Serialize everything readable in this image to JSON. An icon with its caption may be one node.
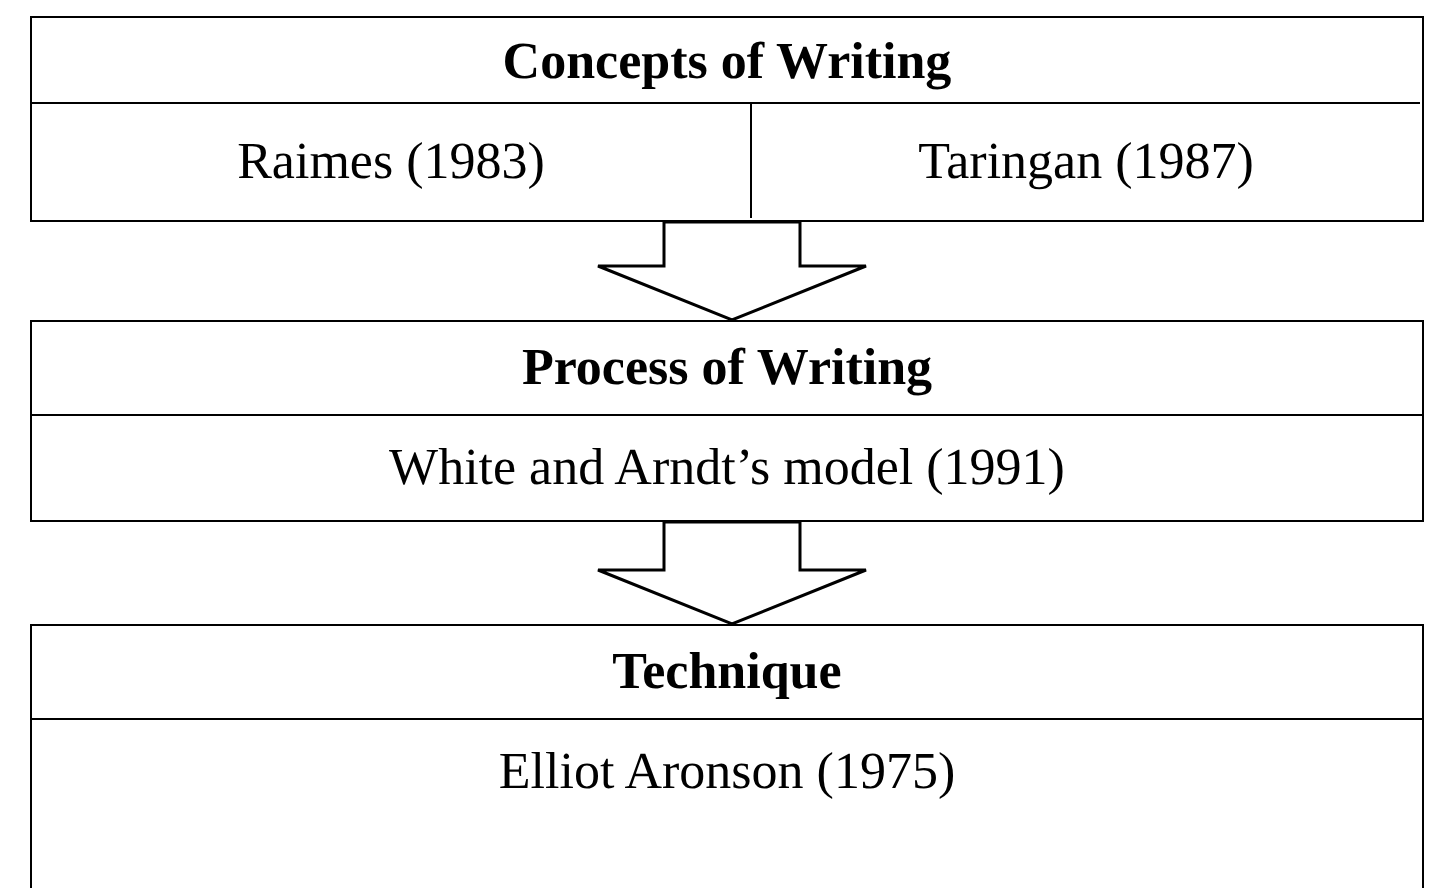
{
  "diagram": {
    "nodes": [
      {
        "text": [
          "Concepts of Writing"
        ]
      },
      {
        "text": [
          "Raimes (1983)"
        ],
        "in": 0
      },
      {
        "text": [
          "Taringan (1987)"
        ],
        "in": 0
      },
      {
        "text": [
          "Process of Writing",
          "White and Arndt’s model (1991)"
        ]
      },
      {
        "text": [
          "Technique",
          "Elliot Aronson (1975)"
        ]
      }
    ],
    "edges": [
      {
        "from": 0,
        "to": 3,
        "arrow": "to"
      },
      {
        "from": 3,
        "to": 4,
        "arrow": "to"
      }
    ]
  }
}
